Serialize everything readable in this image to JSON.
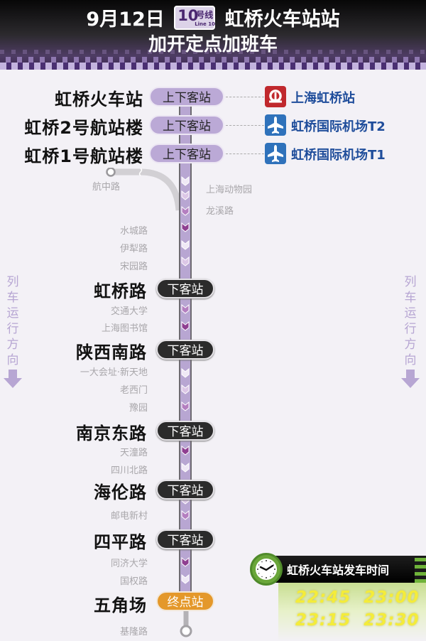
{
  "header": {
    "date": "9月12日",
    "line_badge": {
      "number": "10",
      "suffix": "号线",
      "english": "Line 10",
      "color": "#5a2d82"
    },
    "station": "虹桥火车站站",
    "subtitle": "加开定点加班车"
  },
  "colors": {
    "line": "#b8a6d2",
    "updown_pill": "#bba9d6",
    "down_pill": "#2b2b2b",
    "terminal_pill": "#e4982a",
    "transfer_text": "#1f4d9b",
    "rail_icon": "#c0282d",
    "air_icon": "#2f72bb"
  },
  "major_stations": [
    {
      "name": "虹桥火车站",
      "pill": "上下客站",
      "transfer": {
        "icon": "railway-icon",
        "label": "上海虹桥站"
      }
    },
    {
      "name": "虹桥2号航站楼",
      "pill": "上下客站",
      "transfer": {
        "icon": "airplane-icon",
        "label": "虹桥国际机场T2"
      }
    },
    {
      "name": "虹桥1号航站楼",
      "pill": "上下客站",
      "transfer": {
        "icon": "airplane-icon",
        "label": "虹桥国际机场T1"
      }
    },
    {
      "name": "虹桥路",
      "pill": "下客站"
    },
    {
      "name": "陕西南路",
      "pill": "下客站"
    },
    {
      "name": "南京东路",
      "pill": "下客站"
    },
    {
      "name": "海伦路",
      "pill": "下客站"
    },
    {
      "name": "四平路",
      "pill": "下客站"
    },
    {
      "name": "五角场",
      "pill": "终点站"
    }
  ],
  "minor_stations": {
    "branch_top": "航中路",
    "right": [
      "上海动物园",
      "龙溪路"
    ],
    "left": [
      "水城路",
      "伊犁路",
      "宋园路",
      "交通大学",
      "上海图书馆",
      "一大会址·新天地",
      "老西门",
      "豫园",
      "天潼路",
      "四川北路",
      "邮电新村",
      "同济大学",
      "国权路"
    ],
    "branch_bottom": "基隆路"
  },
  "direction_label": "列车运行方向",
  "schedule": {
    "title": "虹桥火车站发车时间",
    "times": [
      "22:45",
      "23:00",
      "23:15",
      "23:30"
    ]
  }
}
